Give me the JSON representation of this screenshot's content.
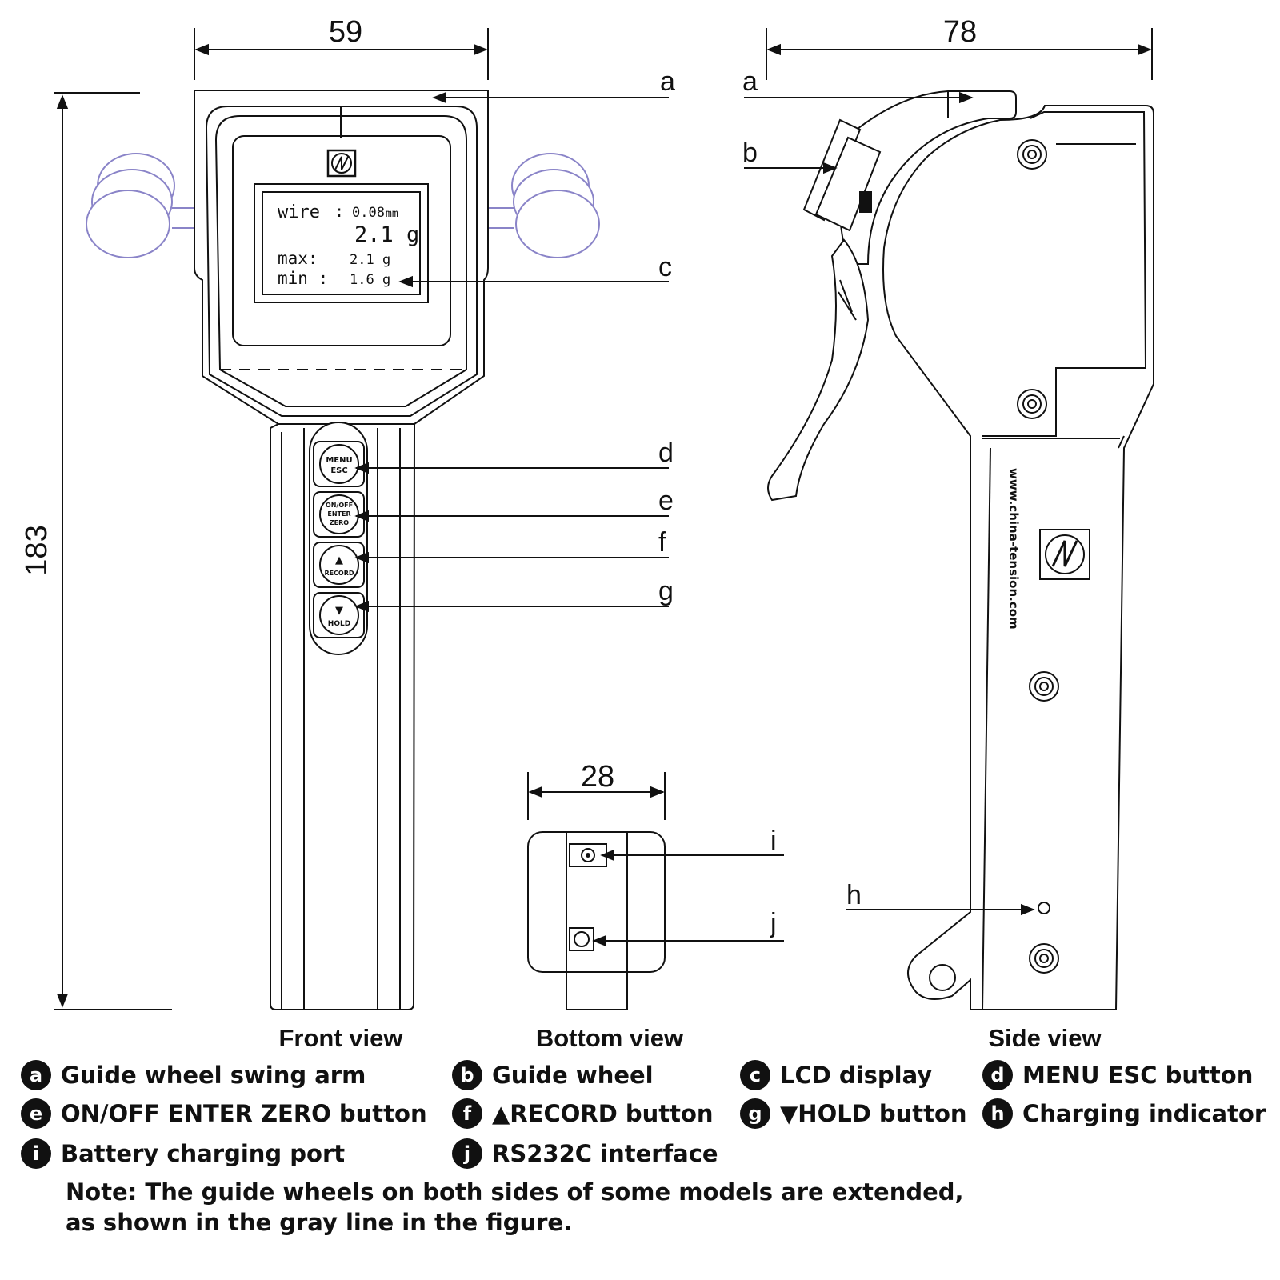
{
  "dimensions": {
    "front_width": "59",
    "side_width": "78",
    "height": "183",
    "bottom_width": "28"
  },
  "callouts": {
    "a_front": "a",
    "a_side": "a",
    "b": "b",
    "c": "c",
    "d": "d",
    "e": "e",
    "f": "f",
    "g": "g",
    "h": "h",
    "i": "i",
    "j": "j"
  },
  "lcd": {
    "wire_label": "wire",
    "colon": ":",
    "wire_value": "0.08",
    "wire_unit": "mm",
    "main_value": "2.1 g",
    "max_label": "max:",
    "max_value": "2.1 g",
    "min_label": "min :",
    "min_value": "1.6 g"
  },
  "buttons": {
    "menu_line1": "MENU",
    "menu_line2": "ESC",
    "onoff_line1": "ON/OFF",
    "onoff_line2": "ENTER",
    "onoff_line3": "ZERO",
    "up_arrow": "▲",
    "record": "RECORD",
    "down_arrow": "▼",
    "hold": "HOLD"
  },
  "side_text": {
    "website": "www.china-tension.com"
  },
  "captions": {
    "front": "Front view",
    "bottom": "Bottom view",
    "side": "Side view"
  },
  "legend": [
    {
      "letter": "a",
      "text": "Guide wheel swing arm"
    },
    {
      "letter": "b",
      "text": "Guide wheel"
    },
    {
      "letter": "c",
      "text": "LCD display"
    },
    {
      "letter": "d",
      "text": "MENU ESC button"
    },
    {
      "letter": "e",
      "text": "ON/OFF ENTER ZERO button"
    },
    {
      "letter": "f",
      "text": "▲RECORD button"
    },
    {
      "letter": "g",
      "text": "▼HOLD button"
    },
    {
      "letter": "h",
      "text": "Charging indicator"
    },
    {
      "letter": "i",
      "text": "Battery charging port"
    },
    {
      "letter": "j",
      "text": "RS232C interface"
    }
  ],
  "note": {
    "line1": "Note: The guide wheels on both sides of some models are extended,",
    "line2": "as shown in the gray line in the figure."
  },
  "colors": {
    "line": "#111111",
    "guide_wheel_outline": "#8a84c8",
    "background": "#ffffff"
  }
}
